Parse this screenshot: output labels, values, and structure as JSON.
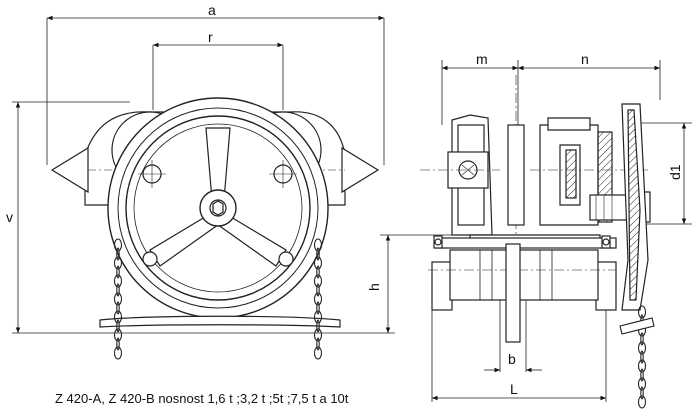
{
  "caption": "Z 420-A, Z 420-B nosnost 1,6 t ;3,2 t ;5t ;7,5 t a 10t",
  "dimensions": {
    "a": "a",
    "r": "r",
    "v": "v",
    "h": "h",
    "m": "m",
    "n": "n",
    "d1": "d1",
    "b": "b",
    "L": "L"
  },
  "views": [
    "front-view",
    "side-view"
  ]
}
